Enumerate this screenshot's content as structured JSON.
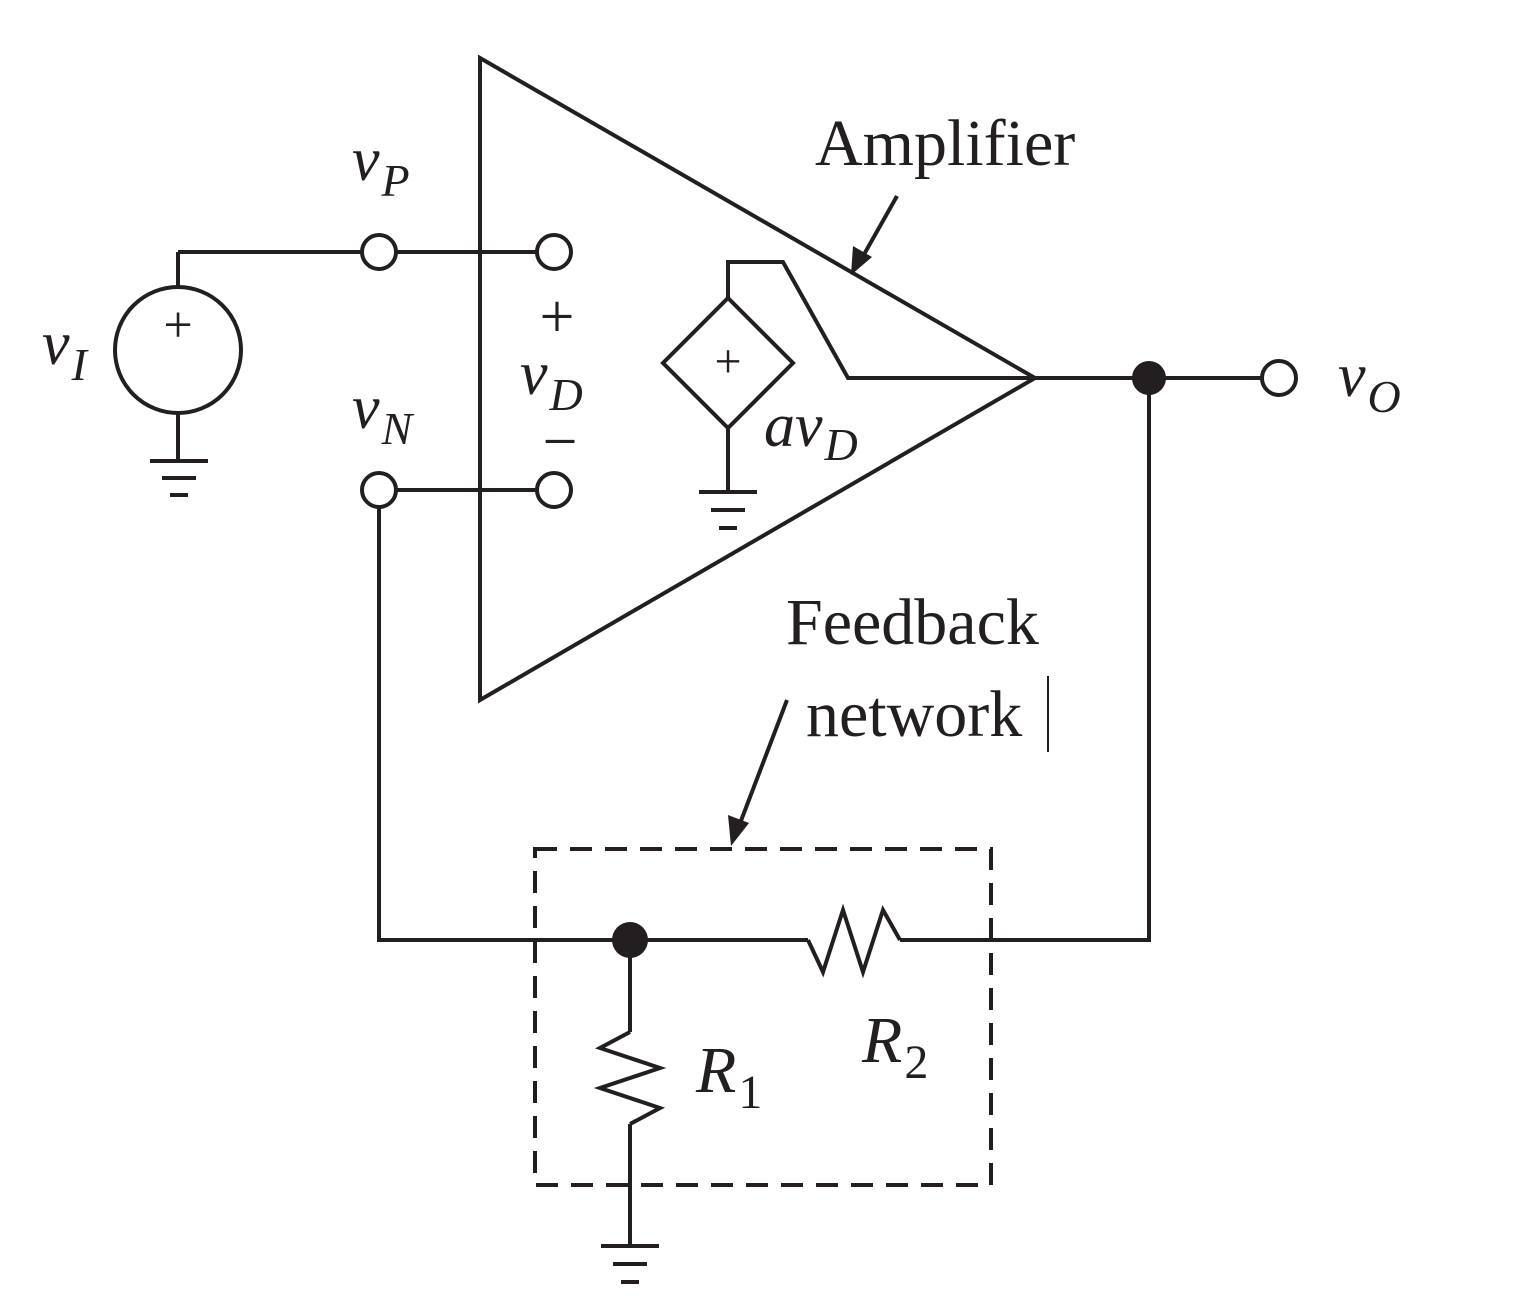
{
  "diagram": {
    "amplifier_label": "Amplifier",
    "feedback_label_line1": "Feedback",
    "feedback_label_line2": "network",
    "input_source": {
      "symbol": "v",
      "subscript": "I",
      "polarity": "+"
    },
    "noninverting_node": {
      "symbol": "v",
      "subscript": "P"
    },
    "inverting_node": {
      "symbol": "v",
      "subscript": "N"
    },
    "differential_input": {
      "symbol": "v",
      "subscript": "D",
      "plus": "+",
      "minus": "−"
    },
    "dependent_source": {
      "symbol": "av",
      "subscript": "D",
      "polarity": "+"
    },
    "output_node": {
      "symbol": "v",
      "subscript": "O"
    },
    "r1": {
      "symbol": "R",
      "subscript": "1"
    },
    "r2": {
      "symbol": "R",
      "subscript": "2"
    }
  },
  "colors": {
    "ink": "#231f20",
    "background": "#ffffff"
  }
}
